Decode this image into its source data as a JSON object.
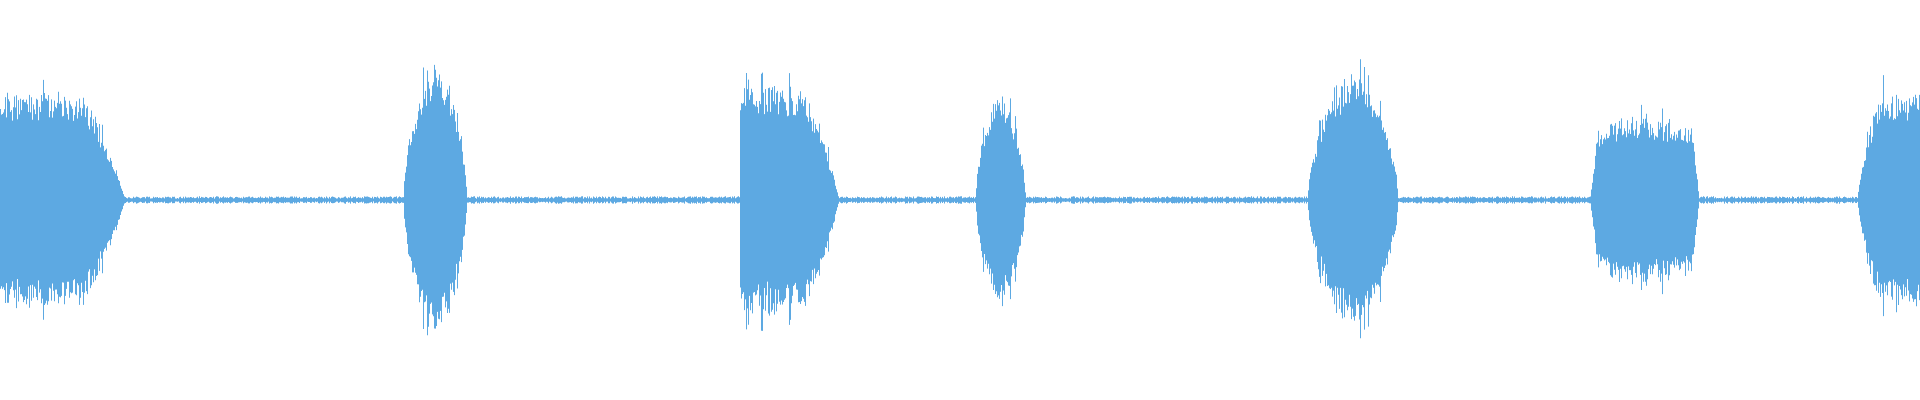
{
  "waveform": {
    "color": "#5DA9E2",
    "background": "#FFFFFF",
    "baseline_amplitude": 0.02,
    "bursts": [
      {
        "start": 0.0,
        "end": 0.065,
        "peak": 0.58,
        "shape": "taper-end"
      },
      {
        "start": 0.21,
        "end": 0.243,
        "peak": 0.72,
        "shape": "diamond"
      },
      {
        "start": 0.385,
        "end": 0.437,
        "peak": 0.62,
        "shape": "taper-end"
      },
      {
        "start": 0.508,
        "end": 0.534,
        "peak": 0.55,
        "shape": "diamond"
      },
      {
        "start": 0.681,
        "end": 0.728,
        "peak": 0.68,
        "shape": "diamond"
      },
      {
        "start": 0.828,
        "end": 0.885,
        "peak": 0.45,
        "shape": "plateau"
      },
      {
        "start": 0.967,
        "end": 1.0,
        "peak": 0.58,
        "shape": "taper-start"
      }
    ]
  }
}
